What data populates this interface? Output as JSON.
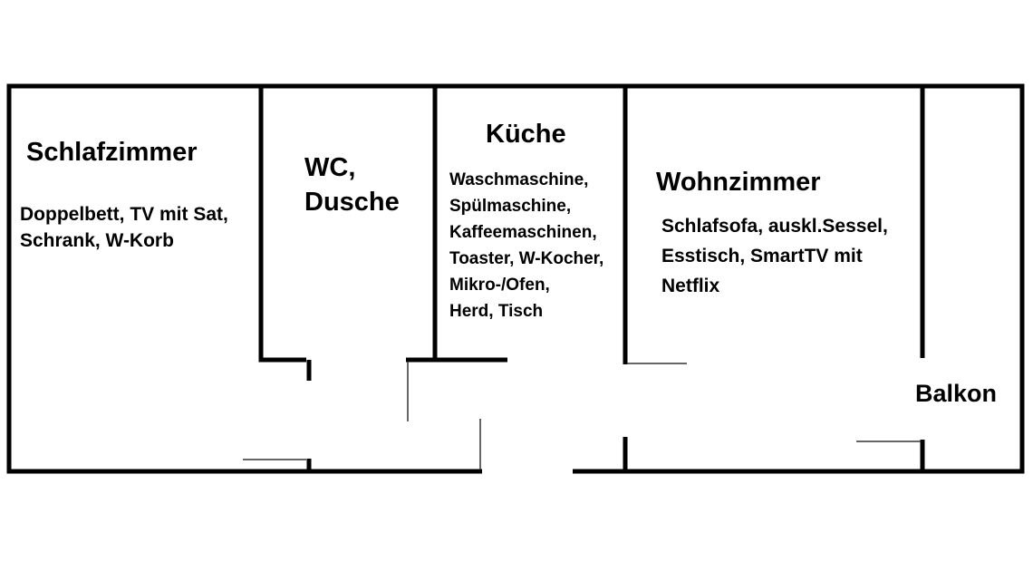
{
  "rooms": {
    "schlafzimmer": {
      "name": "Schlafzimmer",
      "items": [
        "Doppelbett, TV mit Sat,",
        "Schrank, W-Korb"
      ]
    },
    "wc": {
      "name": [
        "WC,",
        "Dusche"
      ]
    },
    "kueche": {
      "name": "Küche",
      "items": [
        "Waschmaschine,",
        "Spülmaschine,",
        "Kaffeemaschinen,",
        "Toaster, W-Kocher,",
        "Mikro-/Ofen,",
        "Herd, Tisch"
      ]
    },
    "wohnzimmer": {
      "name": "Wohnzimmer",
      "items": [
        "Schlafsofa, auskl.Sessel,",
        "Esstisch, SmartTV mit",
        "Netflix"
      ]
    },
    "balkon": {
      "name": "Balkon"
    }
  }
}
